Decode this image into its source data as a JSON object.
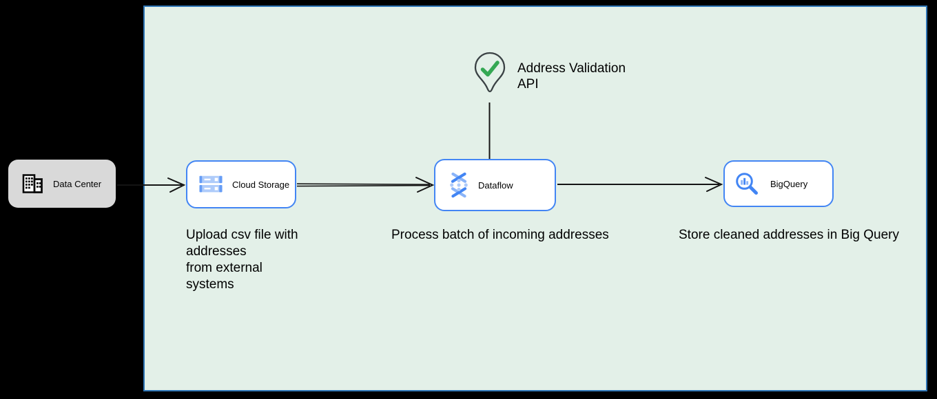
{
  "diagram": {
    "type": "cloud-architecture-flow",
    "background_outer": "#000000",
    "panel": {
      "fill": "#e3f0e8",
      "border": "#2e75b6"
    }
  },
  "nodes": {
    "data_center": {
      "label": "Data Center",
      "icon": "building-icon"
    },
    "cloud_storage": {
      "label": "Cloud Storage",
      "icon": "cloud-storage-icon"
    },
    "dataflow": {
      "label": "Dataflow",
      "icon": "dataflow-icon"
    },
    "bigquery": {
      "label": "BigQuery",
      "icon": "bigquery-icon"
    }
  },
  "annotation": {
    "address_validation": {
      "label": "Address Validation\nAPI",
      "icon": "map-pin-check-icon"
    }
  },
  "captions": {
    "upload": "Upload csv file with\naddresses\nfrom external\nsystems",
    "process": "Process batch of incoming addresses",
    "store": "Store cleaned addresses in Big Query"
  },
  "connectors": [
    {
      "from": "data_center",
      "to": "cloud_storage",
      "style": "arrow"
    },
    {
      "from": "cloud_storage",
      "to": "dataflow",
      "style": "double-line-arrow"
    },
    {
      "from": "dataflow",
      "to": "bigquery",
      "style": "arrow"
    },
    {
      "from": "address_validation",
      "to": "dataflow",
      "style": "plain-line"
    }
  ],
  "colors": {
    "node_border": "#4285f4",
    "node_fill": "#ffffff",
    "datacenter_fill": "#d9d9d9",
    "icon_blue": "#4285f4",
    "icon_blue_light": "#8ab4f8",
    "icon_blue_pale": "#aecbfa",
    "check_green": "#34a853",
    "pin_outline": "#3a4144",
    "connector": "#141414"
  }
}
